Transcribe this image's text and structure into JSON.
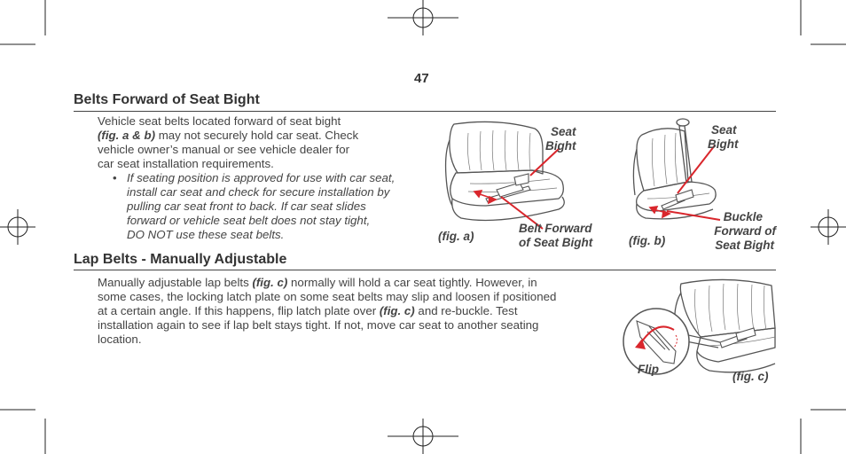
{
  "page_number": "47",
  "section1": {
    "title": "Belts Forward of Seat Bight",
    "para_lines": [
      "Vehicle seat belts located forward of seat bight",
      " may not securely hold car seat. Check",
      "vehicle owner’s manual or see vehicle dealer for",
      "car seat installation requirements."
    ],
    "para_emph": "(fig. a & b)",
    "bullet_symbol": "•",
    "bullet_lines": [
      "If seating position is approved for use with car seat,",
      "install car seat and check for secure installation by",
      "pulling car seat front to back. If car seat slides",
      "forward or vehicle seat belt does not stay tight,",
      "DO NOT use these seat belts."
    ],
    "fig_a": {
      "caption": "(fig. a)",
      "label_top": [
        "Seat",
        "Bight"
      ],
      "label_bottom": [
        "Belt Forward",
        "of Seat Bight"
      ]
    },
    "fig_b": {
      "caption": "(fig. b)",
      "label_top": [
        "Seat",
        "Bight"
      ],
      "label_bottom": [
        "Buckle",
        "Forward of",
        "Seat Bight"
      ]
    }
  },
  "section2": {
    "title": "Lap Belts - Manually Adjustable",
    "line1_a": "Manually adjustable lap belts ",
    "line1_emph": "(fig. c)",
    "line1_b": " normally will hold a car seat tightly. However, in",
    "line2": "some cases, the locking latch plate on some seat belts may slip and loosen if positioned",
    "line3_a": "at a certain angle. If this happens, flip latch plate over ",
    "line3_emph": "(fig. c)",
    "line3_b": " and re-buckle. Test",
    "line4": "installation again to see if lap belt stays tight. If not, move car seat to another seating",
    "line5": "location.",
    "fig_c": {
      "caption": "(fig. c)",
      "label": "Flip"
    }
  },
  "colors": {
    "accent_red": "#d9262c",
    "text": "#444444",
    "rule": "#444444"
  }
}
